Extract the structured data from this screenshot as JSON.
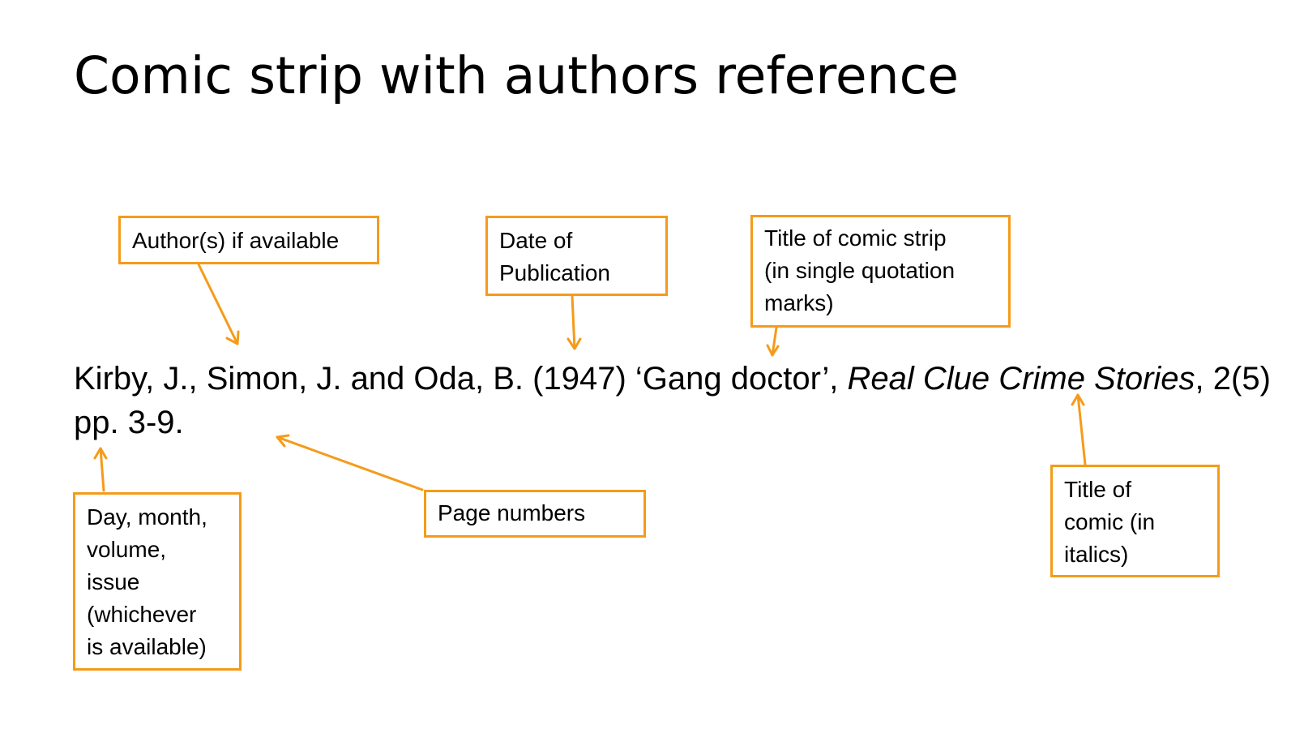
{
  "title": "Comic strip with authors reference",
  "citation": {
    "before_italic": "Kirby, J., Simon, J. and Oda, B. (1947) ‘Gang doctor’, ",
    "italic": "Real Clue Crime Stories",
    "after_italic": ", 2(5) pp. 3-9."
  },
  "callouts": {
    "authors": "Author(s) if available",
    "date": "Date of\nPublication",
    "comic_strip_title": "Title of comic strip\n(in single quotation\nmarks)",
    "comic_title": "Title of\ncomic (in\nitalics)",
    "day_month": "Day, month,\nvolume,\nissue\n(whichever\nis available)",
    "page_numbers": "Page numbers"
  },
  "colors": {
    "accent": "#f59b1a"
  }
}
